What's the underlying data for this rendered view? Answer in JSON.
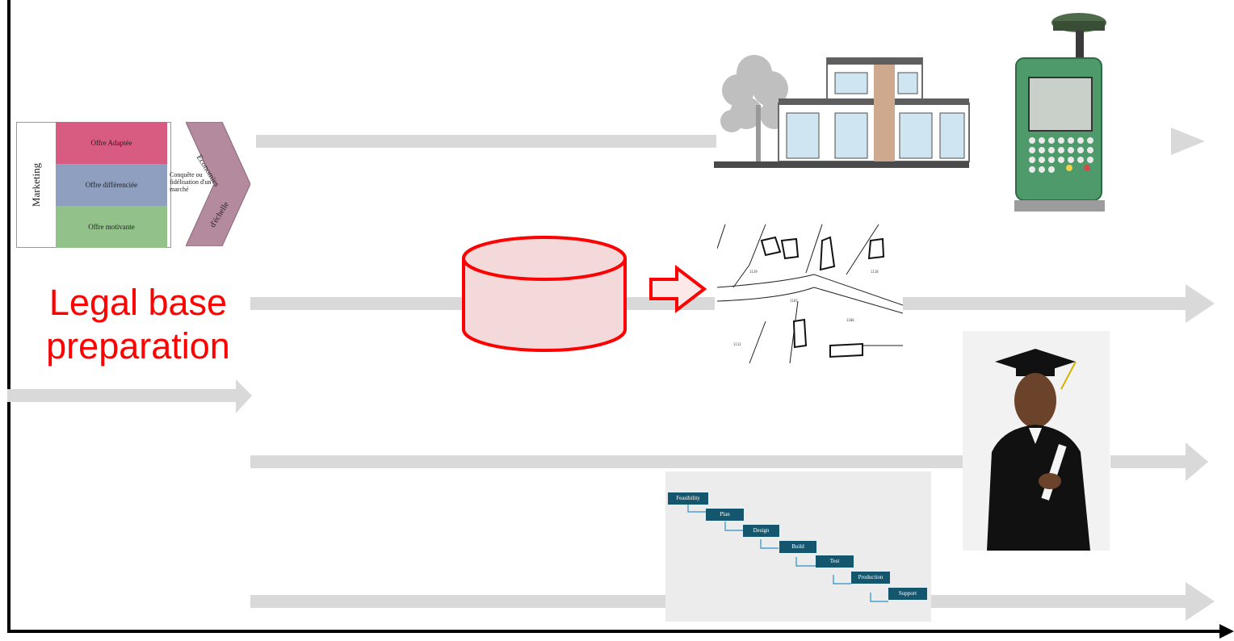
{
  "title": "Legal base preparation",
  "colors": {
    "accent": "#ff0000",
    "arrow": "#d9d9d9",
    "cylinder_fill": "#f4d9da",
    "waterfall_step": "#14566e"
  },
  "marketing": {
    "side_label": "Marketing",
    "offers": [
      "Offre Adaptée",
      "Offre différenciée",
      "Offre motivante"
    ],
    "middle_text": "Conquête ou fidélisation d'un marché",
    "chevron_top": "Economies",
    "chevron_bottom": "d'échelle"
  },
  "waterfall": {
    "steps": [
      "Feasibility",
      "Plan",
      "Design",
      "Build",
      "Test",
      "Production",
      "Support"
    ]
  },
  "icons": [
    "house-image",
    "gps-receiver-image",
    "database-cylinder",
    "red-arrow",
    "cadastral-map-image",
    "graduate-image",
    "waterfall-diagram"
  ]
}
